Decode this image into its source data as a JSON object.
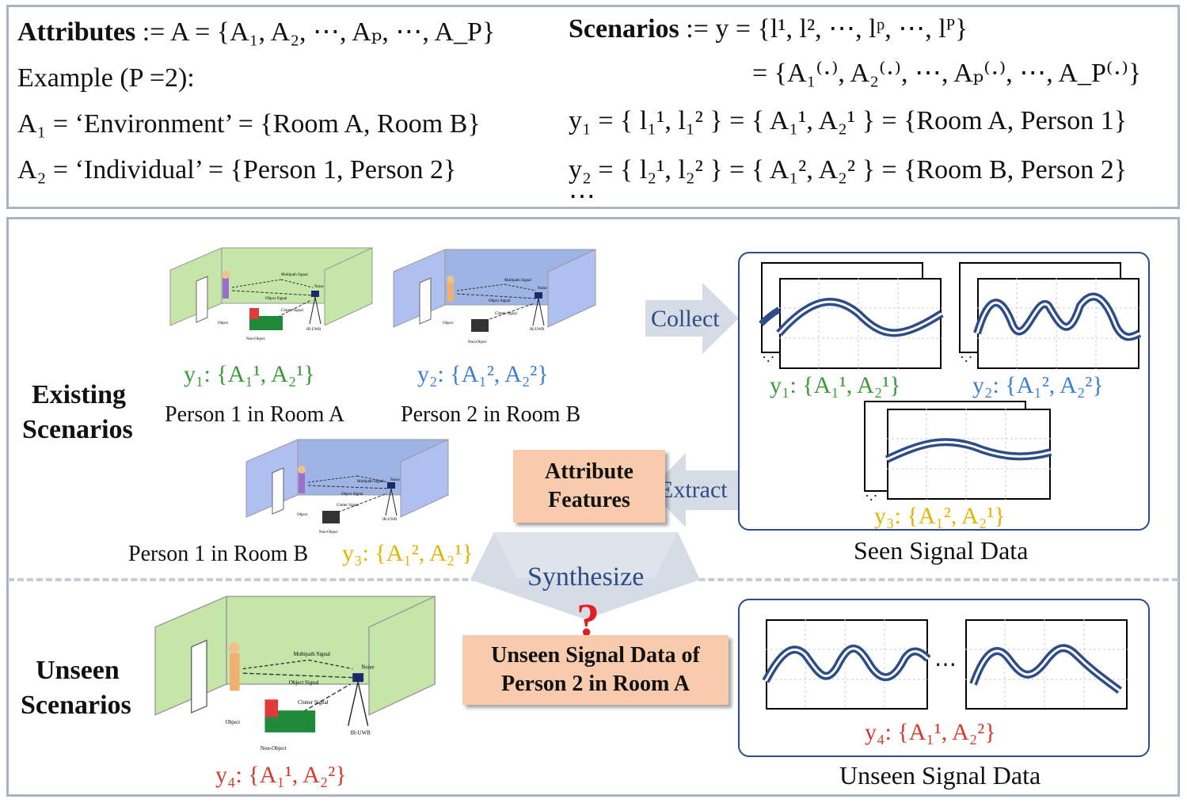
{
  "top_panel": {
    "attributes_label": "Attributes",
    "attributes_def": " := A = {A₁, A₂, ⋯, Aₚ, ⋯, A_P}",
    "example_label": "Example (P =2):",
    "a1_def": "A₁ = ‘Environment’ = {Room A, Room B}",
    "a2_def": "A₂ =   ‘Individual’   = {Person 1, Person 2}",
    "scenarios_label": "Scenarios",
    "scenarios_def": " := y = {l¹, l², ⋯, lᵖ, ⋯, lᴾ}",
    "scenarios_def2": "= {A₁⁽·⁾, A₂⁽·⁾, ⋯, Aₚ⁽·⁾, ⋯, A_P⁽·⁾}",
    "y1_def": "y₁ = { l₁¹, l₁² }  = { A₁¹, A₂¹ }  = {Room A, Person 1}",
    "y2_def": "y₂ = { l₂¹, l₂² }  = { A₁², A₂² }  = {Room B, Person 2}",
    "ellipsis": "⋯"
  },
  "existing": {
    "heading_line1": "Existing",
    "heading_line2": "Scenarios",
    "scene1_label": "y₁: {A₁¹, A₂¹}",
    "scene1_caption": "Person 1 in Room A",
    "scene2_label": "y₂: {A₁², A₂²}",
    "scene2_caption": "Person 2 in Room B",
    "scene3_caption": "Person 1 in Room B",
    "scene3_label": "y₃: {A₁², A₂¹}"
  },
  "scene_text": {
    "multipath": "Multipath Signal",
    "noise": "Noise",
    "object_signal": "Object Signal",
    "clutter": "Clutter Signal",
    "object": "Object",
    "non_object": "Non-Object",
    "radar": "IR-UWB"
  },
  "arrows": {
    "collect": "Collect",
    "extract": "Extract",
    "synthesize": "Synthesize",
    "question": "?"
  },
  "attribute_box": {
    "line1": "Attribute",
    "line2": "Features"
  },
  "seen_panel": {
    "label_y1": "y₁: {A₁¹, A₂¹}",
    "label_y2": "y₂: {A₁², A₂²}",
    "label_y3": "y₃: {A₁², A₂¹}",
    "caption": "Seen Signal Data"
  },
  "unseen": {
    "heading_line1": "Unseen",
    "heading_line2": "Scenarios",
    "scene_label": "y₄: {A₁¹, A₂²}",
    "target_line1": "Unseen Signal Data of",
    "target_line2": "Person 2 in Room A",
    "panel_ellipsis": "⋯",
    "panel_label": "y₄: {A₁¹, A₂²}",
    "caption": "Unseen Signal Data"
  },
  "colors": {
    "room_green": "#c5e6a8",
    "room_blue": "#9eb4e4",
    "signal_line": "#2e4c86",
    "attribute_box": "#f8cbad",
    "arrow": "#d6dce6",
    "y1": "#3a9b3a",
    "y2": "#3e7fd6",
    "y3": "#e5b400",
    "y4": "#d83a2f"
  }
}
